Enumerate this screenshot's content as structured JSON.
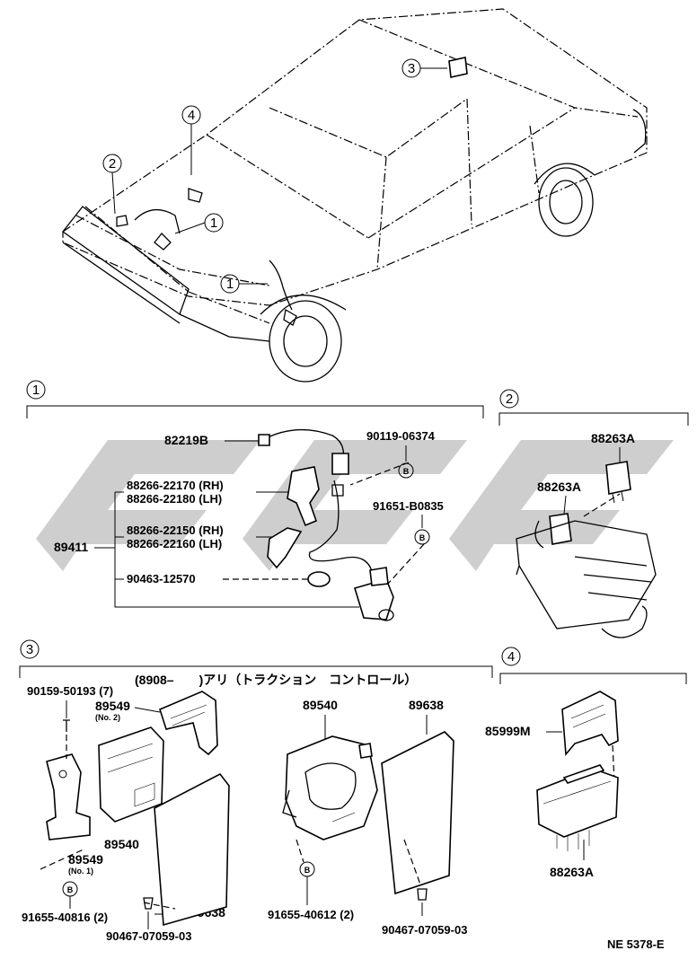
{
  "diagram_id": "NE 5378-E",
  "callouts": [
    "1",
    "2",
    "3",
    "4"
  ],
  "section_1": {
    "parts": {
      "p82219b": "82219B",
      "p90119": "90119-06374",
      "p88266_22170": "88266-22170 (RH)",
      "p88266_22180": "88266-22180 (LH)",
      "p91651": "91651-B0835",
      "p88266_22150": "88266-22150 (RH)",
      "p88266_22160": "88266-22160 (LH)",
      "p89411": "89411",
      "p90463": "90463-12570"
    },
    "bolt_symbol": "B"
  },
  "section_2": {
    "parts": {
      "p88263a_upper": "88263A",
      "p88263a_lower": "88263A"
    }
  },
  "section_3": {
    "note": "(8908–　　)アリ（トラクション　コントロール）",
    "parts": {
      "p90159": "90159-50193 (7)",
      "p89549_no2": "89549",
      "p89549_no2_sub": "(No. 2)",
      "p89540_left": "89540",
      "p89549_no1": "89549",
      "p89549_no1_sub": "(No. 1)",
      "p91655_left": "91655-40816 (2)",
      "p90467_left": "90467-07059-03",
      "p89638_left": "89638",
      "p89540_center": "89540",
      "p89638_right": "89638",
      "p91655_center": "91655-40612 (2)",
      "p90467_right": "90467-07059-03"
    },
    "bolt_symbol": "B"
  },
  "section_4": {
    "parts": {
      "p85999m": "85999M",
      "p88263a": "88263A"
    }
  }
}
